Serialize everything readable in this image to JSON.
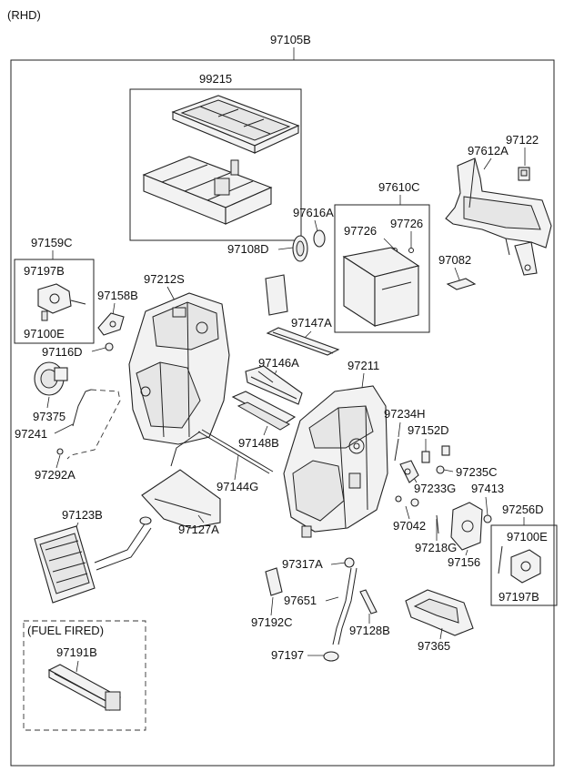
{
  "header": {
    "variant": "(RHD)",
    "assembly": "97105B"
  },
  "labels": {
    "p99215": "99215",
    "p97122": "97122",
    "p97612A": "97612A",
    "p97610C": "97610C",
    "p97616A": "97616A",
    "p97726a": "97726",
    "p97726b": "97726",
    "p97108D": "97108D",
    "p97082": "97082",
    "p97159C": "97159C",
    "p97197Ba": "97197B",
    "p97100Ea": "97100E",
    "p97158B": "97158B",
    "p97212S": "97212S",
    "p97116D": "97116D",
    "p97147A": "97147A",
    "p97146A": "97146A",
    "p97211": "97211",
    "p97375": "97375",
    "p97241": "97241",
    "p97292A": "97292A",
    "p97148B": "97148B",
    "p97234H": "97234H",
    "p97152D": "97152D",
    "p97235C": "97235C",
    "p97144G": "97144G",
    "p97233G": "97233G",
    "p97413": "97413",
    "p97256D": "97256D",
    "p97123B": "97123B",
    "p97042": "97042",
    "p97100Eb": "97100E",
    "p97127A": "97127A",
    "p97218G": "97218G",
    "p97156": "97156",
    "p97317A": "97317A",
    "p97197Bb": "97197B",
    "p97651": "97651",
    "p97192C": "97192C",
    "p97128B": "97128B",
    "p97365": "97365",
    "p97197": "97197",
    "fuel_fired": "(FUEL FIRED)",
    "p97191B": "97191B"
  }
}
